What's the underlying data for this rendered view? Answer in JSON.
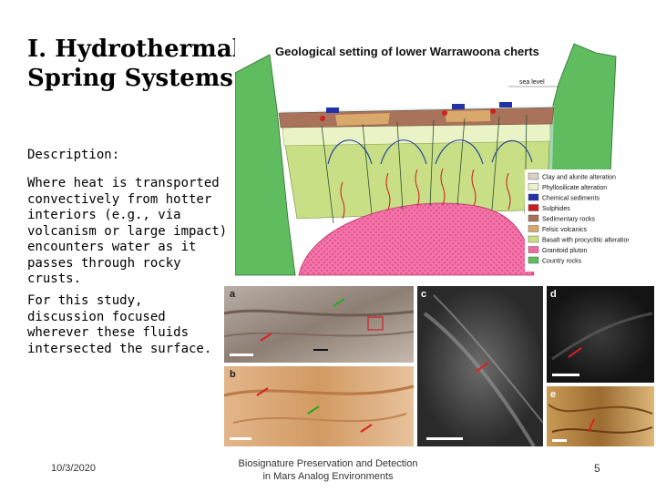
{
  "slide": {
    "title_line1": "I. Hydrothermal",
    "title_line2": "Spring Systems",
    "description_heading": "Description:",
    "description_p1": "Where heat is transported convectively from hotter interiors (e.g., via volcanism or large impact) encounters water as it passes through rocky crusts.",
    "description_p2": "For this study, discussion focused wherever these fluids intersected the surface."
  },
  "diagram": {
    "title": "Geological setting of lower Warrawoona cherts",
    "sea_level_label": "sea level",
    "corner_label_left": "",
    "corner_label_right": "",
    "legend": [
      {
        "label": "Clay and alunite alteration",
        "color": "#d9d0c7"
      },
      {
        "label": "Phyllosilicate alteration",
        "color": "#eaf3c6"
      },
      {
        "label": "Chemical sediments",
        "color": "#2233aa"
      },
      {
        "label": "Sulphides",
        "color": "#cc2020"
      },
      {
        "label": "Sedimentary rocks",
        "color": "#a8735a"
      },
      {
        "label": "Felsic volcanics",
        "color": "#d8a96a"
      },
      {
        "label": "Basalt with procyclitic alteration",
        "color": "#c9df86"
      },
      {
        "label": "Granitoid pluton",
        "color": "#f06aa0"
      },
      {
        "label": "Country rocks",
        "color": "#5fbd5f"
      }
    ]
  },
  "photos": {
    "panel_labels": [
      "a",
      "b",
      "c",
      "d",
      "e"
    ]
  },
  "footer": {
    "date": "10/3/2020",
    "center_line1": "Biosignature Preservation and Detection",
    "center_line2": "in Mars Analog Environments",
    "page_number": "5"
  }
}
